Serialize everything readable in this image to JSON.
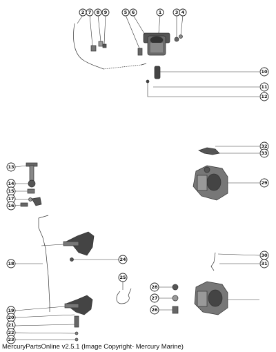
{
  "diagram": {
    "callouts": [
      {
        "id": "c2",
        "label": "2"
      },
      {
        "id": "c7",
        "label": "7"
      },
      {
        "id": "c8a",
        "label": "8"
      },
      {
        "id": "c9a",
        "label": "9"
      },
      {
        "id": "c5",
        "label": "5"
      },
      {
        "id": "c6",
        "label": "6"
      },
      {
        "id": "c1",
        "label": "1"
      },
      {
        "id": "c3",
        "label": "3"
      },
      {
        "id": "c4",
        "label": "4"
      },
      {
        "id": "c10",
        "label": "10"
      },
      {
        "id": "c11",
        "label": "11"
      },
      {
        "id": "c12",
        "label": "12"
      },
      {
        "id": "c32",
        "label": "32"
      },
      {
        "id": "c33",
        "label": "33"
      },
      {
        "id": "c29",
        "label": "29"
      },
      {
        "id": "c13",
        "label": "13"
      },
      {
        "id": "c14",
        "label": "14"
      },
      {
        "id": "c15",
        "label": "15"
      },
      {
        "id": "c17",
        "label": "17"
      },
      {
        "id": "c16",
        "label": "16"
      },
      {
        "id": "c18",
        "label": "18"
      },
      {
        "id": "c24",
        "label": "24"
      },
      {
        "id": "c30",
        "label": "30"
      },
      {
        "id": "c31",
        "label": "31"
      },
      {
        "id": "c25",
        "label": "25"
      },
      {
        "id": "c28",
        "label": "28"
      },
      {
        "id": "c27",
        "label": "27"
      },
      {
        "id": "c26",
        "label": "26"
      },
      {
        "id": "c19",
        "label": "19"
      },
      {
        "id": "c20",
        "label": "20"
      },
      {
        "id": "c21",
        "label": "21"
      },
      {
        "id": "c22",
        "label": "22"
      },
      {
        "id": "c23",
        "label": "23"
      }
    ]
  },
  "footer": {
    "copyright": "MercuryPartsOnline v2.5.1 (Image Copyright- Mercury Marine)"
  }
}
